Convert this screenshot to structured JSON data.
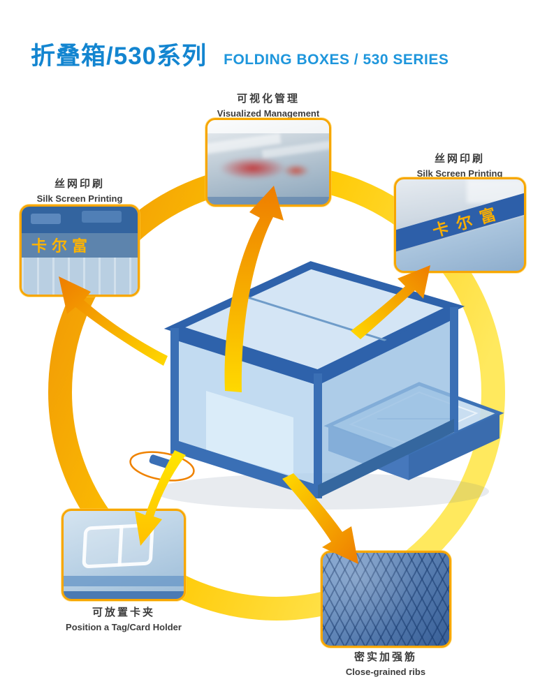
{
  "header": {
    "title_cn": "折叠箱/530系列",
    "title_en": "FOLDING BOXES / 530 SERIES"
  },
  "callouts": {
    "top": {
      "label_cn": "可视化管理",
      "label_en": "Visualized Management"
    },
    "right": {
      "label_cn": "丝网印刷",
      "label_en": "Silk Screen Printing",
      "brand_text": "卡尔富"
    },
    "left": {
      "label_cn": "丝网印刷",
      "label_en": "Silk Screen Printing",
      "brand_text": "卡尔富"
    },
    "bottom_left": {
      "label_cn": "可放置卡夹",
      "label_en": "Position a Tag/Card Holder"
    },
    "bottom_right": {
      "label_cn": "密实加强筋",
      "label_en": "Close-grained ribs"
    }
  },
  "colors": {
    "title_blue": "#1385d0",
    "ring_orange": "#f0960b",
    "ring_yellow": "#ffe600",
    "arrow_yellow": "#ffd900",
    "arrow_orange": "#ee7d00",
    "box_blue": "#2e62ab",
    "brand_yellow": "#f9ae00"
  }
}
